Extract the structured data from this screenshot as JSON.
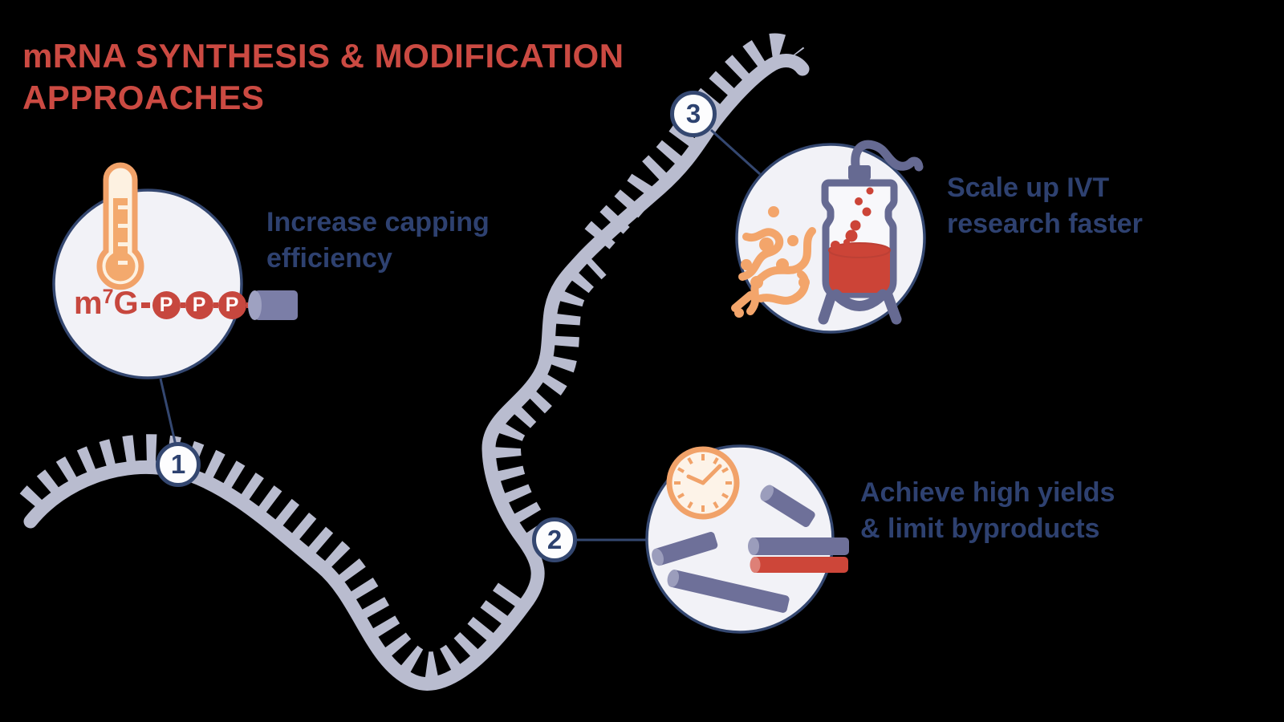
{
  "title": {
    "lines": [
      "mRNA SYNTHESIS & MODIFICATION",
      "APPROACHES"
    ],
    "full": "mRNA SYNTHESIS & MODIFICATION APPROACHES"
  },
  "steps": [
    {
      "number": "1",
      "label": "Increase capping efficiency",
      "icon": "thermometer-icon"
    },
    {
      "number": "2",
      "label": "Achieve high yields & limit byproducts",
      "icon": "clock-and-rna-fragments-icon"
    },
    {
      "number": "3",
      "label": "Scale up IVT research faster",
      "icon": "bioreactor-icon"
    }
  ],
  "cap": {
    "m": "m",
    "superscript": "7",
    "g": "G",
    "phosphate": "P"
  },
  "icons": {
    "step1": "thermometer-icon",
    "cap": "m7g-cap-structure",
    "step2": "clock-icon",
    "fragments": "rna-fragment-rods",
    "step3": "bioreactor-icon",
    "enzyme": "polymerase-squiggle-icon",
    "strand": "mrna-strand"
  },
  "colors": {
    "background": "#000000",
    "accent_red": "#cb4a42",
    "navy_text": "#2e4170",
    "navy_stroke": "#344770",
    "orange": "#f1a269",
    "strand_gray": "#b9bccf",
    "purple": "#6e7099",
    "circle_fill": "#f2f2f7"
  }
}
